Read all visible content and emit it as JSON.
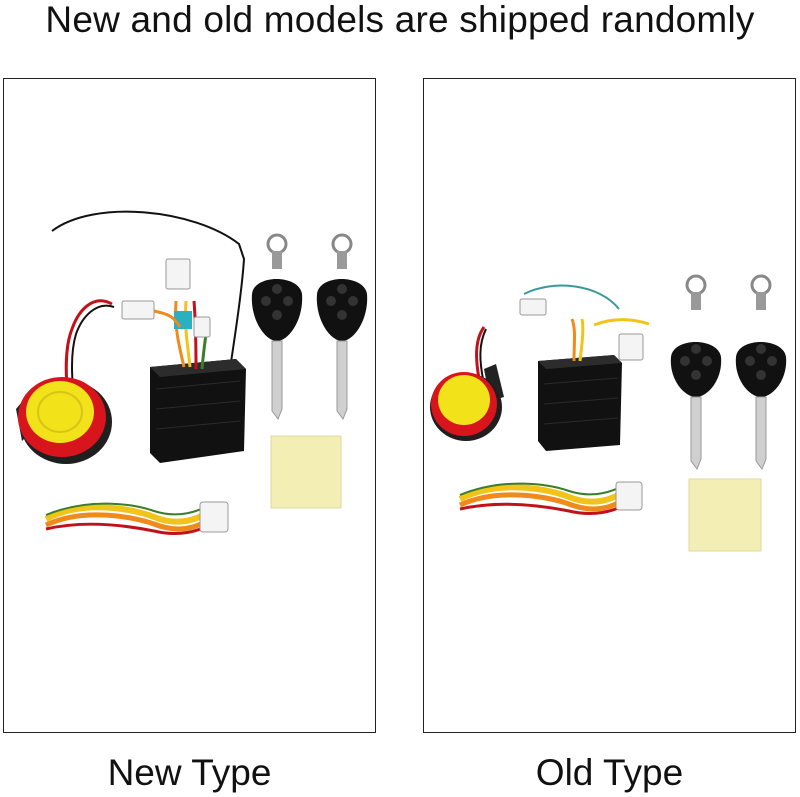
{
  "headline": "New and old models are shipped randomly",
  "panels": [
    {
      "caption": "New Type"
    },
    {
      "caption": "Old Type"
    }
  ],
  "colors": {
    "siren_red": "#d8141c",
    "siren_yellow": "#f2e21a",
    "module_black": "#1a1a1a",
    "tape_yellow": "#f3efb4",
    "wire_orange": "#f08a1a",
    "wire_yellow": "#f2c318"
  }
}
